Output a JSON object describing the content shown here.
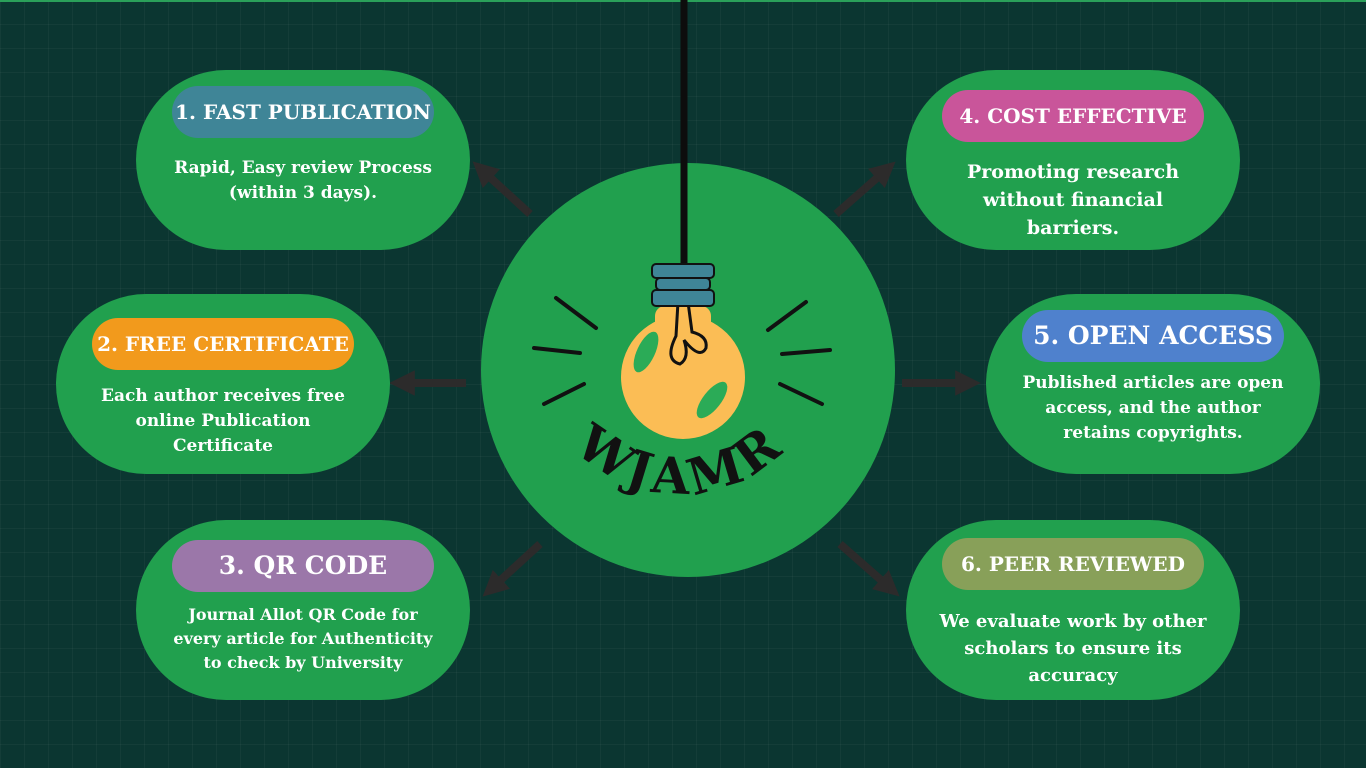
{
  "center": {
    "title": "WJAMR",
    "letters": [
      "W",
      "J",
      "A",
      "M",
      "R"
    ]
  },
  "cards": [
    {
      "title": "1. FAST PUBLICATION",
      "desc": "Rapid, Easy review Process (within 3 days).",
      "pill_color": "#3f8597"
    },
    {
      "title": "2. FREE CERTIFICATE",
      "desc": "Each author receives free online Publication Certificate",
      "pill_color": "#f29a1c"
    },
    {
      "title": "3. QR CODE",
      "desc": "Journal Allot QR Code for every article for Authenticity to check by University",
      "pill_color": "#9b77a9"
    },
    {
      "title": "4. COST EFFECTIVE",
      "desc": "Promoting research without financial barriers.",
      "pill_color": "#c9559a"
    },
    {
      "title": "5. OPEN ACCESS",
      "desc": "Published articles are open access, and the author retains copyrights.",
      "pill_color": "#4f81cd"
    },
    {
      "title": "6. PEER REVIEWED",
      "desc": "We evaluate work by other scholars to ensure its accuracy",
      "pill_color": "#88a059"
    }
  ],
  "colors": {
    "background": "#0b3631",
    "card": "#21a04e",
    "circle": "#21a04e",
    "bulb": "#fbbd55",
    "socket": "#3f8597",
    "arrow": "#2c2b2b"
  }
}
